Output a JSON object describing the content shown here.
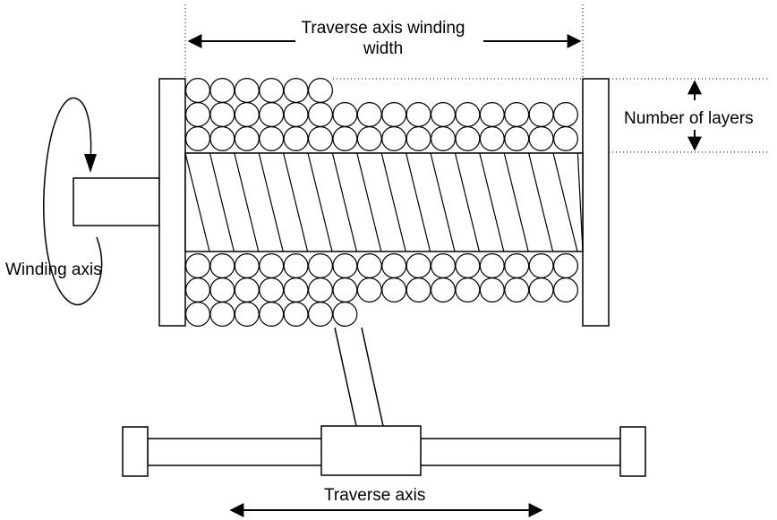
{
  "labels": {
    "traverse_width": "Traverse axis winding width",
    "number_of_layers": "Number of layers",
    "winding_axis": "Winding axis",
    "traverse_axis": "Traverse axis"
  },
  "colors": {
    "stroke": "#000000",
    "fill": "#ffffff"
  }
}
